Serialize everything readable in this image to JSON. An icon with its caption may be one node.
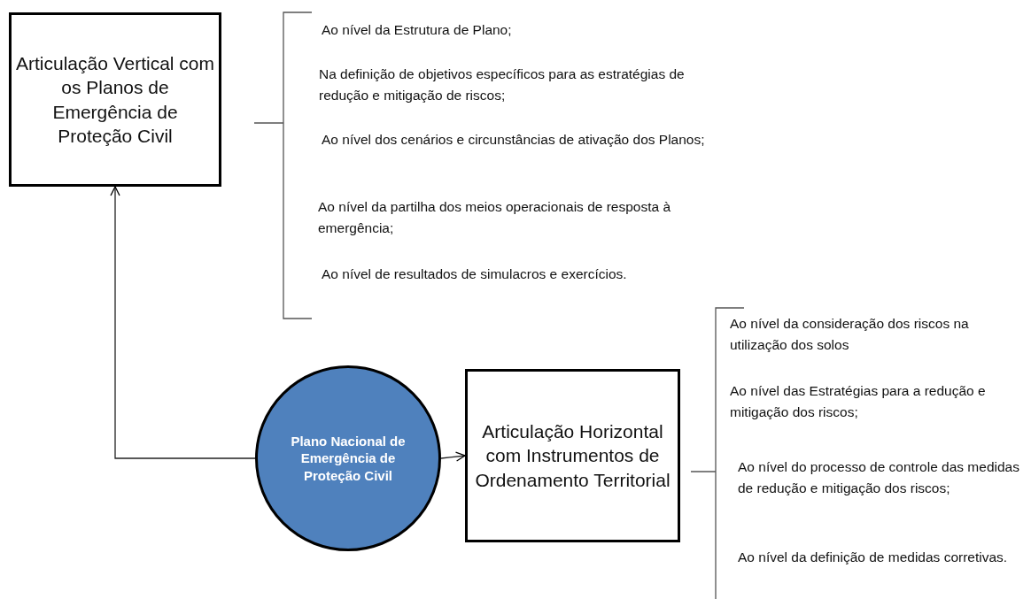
{
  "diagram": {
    "nodes": [
      {
        "text": [
          "Articulação Vertical com os Planos de Emergência de Proteção Civil"
        ]
      },
      {
        "text": [
          "Plano Nacional de Emergência de Proteção Civil"
        ]
      },
      {
        "text": [
          "Articulação Horizontal com Instrumentos de Ordenamento Territorial"
        ]
      }
    ],
    "edges": [
      {
        "from": 1,
        "to": 0,
        "arrow": "to"
      },
      {
        "from": 1,
        "to": 2,
        "arrow": "to"
      }
    ],
    "labels": [
      "Ao nível da Estrutura de Plano;",
      "Na definição de objetivos específicos  para as estratégias de redução e mitigação de riscos;",
      "Ao nível dos cenários e circunstâncias  de ativação dos Planos;",
      "Ao nível da partilha dos meios operacionais de resposta à emergência;",
      "Ao nível de resultados de simulacros e exercícios.",
      "Ao nível da consideração dos riscos na utilização dos solos",
      "Ao nível das Estratégias para a redução e mitigação dos riscos;",
      "Ao nível do processo de controle das medidas de redução e mitigação dos riscos;",
      "Ao nível da definição de medidas corretivas."
    ]
  }
}
